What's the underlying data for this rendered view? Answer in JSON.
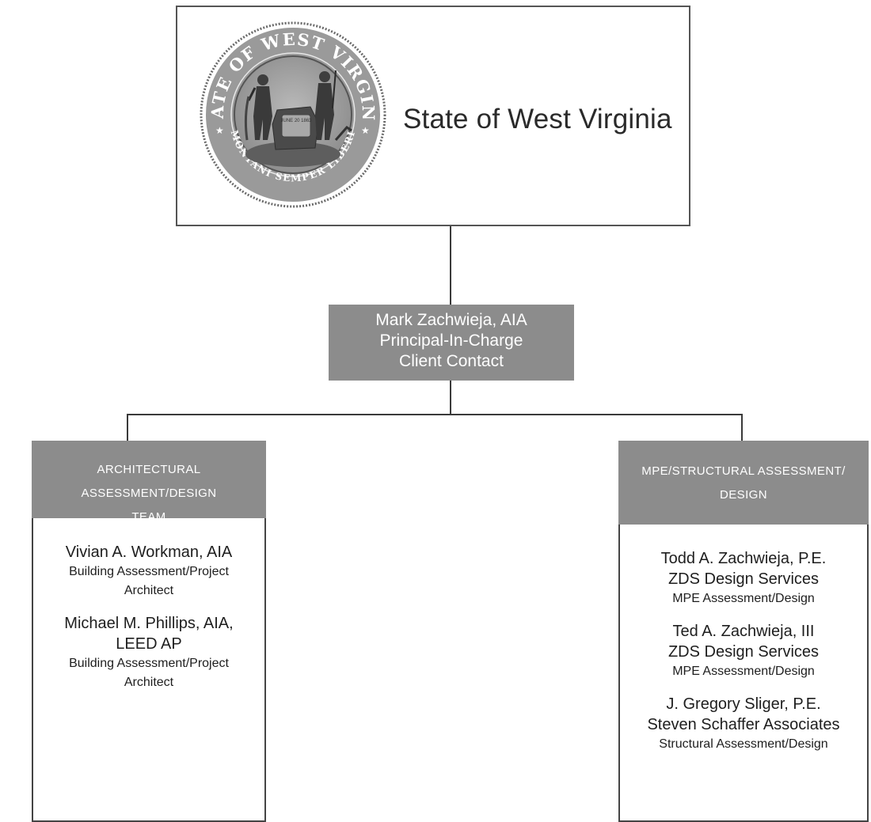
{
  "client": {
    "title": "State of West Virginia",
    "seal_text_top": "STATE OF WEST VIRGINIA",
    "seal_text_bottom": "MONTANI SEMPER LIBERI",
    "seal_rock_date": "JUNE 20 1863"
  },
  "principal": {
    "name": "Mark Zachwieja, AIA",
    "title": "Principal-In-Charge",
    "role": "Client Contact"
  },
  "teams": {
    "architectural": {
      "header_line1": "ARCHITECTURAL ASSESSMENT/DESIGN",
      "header_line2": "TEAM",
      "members": [
        {
          "name_line1": "Vivian A. Workman, AIA",
          "role_line1": "Building Assessment/Project",
          "role_line2": "Architect"
        },
        {
          "name_line1": "Michael M. Phillips, AIA,",
          "name_line2": "LEED AP",
          "role_line1": "Building Assessment/Project",
          "role_line2": "Architect"
        }
      ]
    },
    "mpe": {
      "header_line1": "MPE/STRUCTURAL ASSESSMENT/",
      "header_line2": "DESIGN",
      "members": [
        {
          "name": "Todd A. Zachwieja, P.E.",
          "org": "ZDS Design Services",
          "role": "MPE Assessment/Design"
        },
        {
          "name": "Ted A. Zachwieja, III",
          "org": "ZDS Design Services",
          "role": "MPE Assessment/Design"
        },
        {
          "name": "J. Gregory Sliger, P.E.",
          "org": "Steven Schaffer Associates",
          "role": "Structural Assessment/Design"
        }
      ]
    }
  }
}
